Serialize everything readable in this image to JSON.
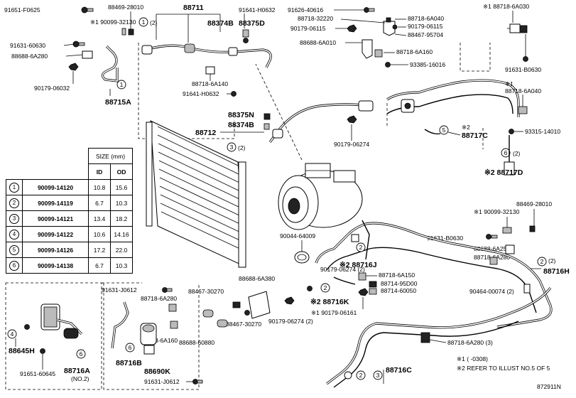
{
  "diagram_code": "872911N",
  "footnotes": {
    "note1": "※1 (     -0308)",
    "note2": "※2 REFER TO ILLUST NO.5 OF 5"
  },
  "size_table": {
    "title": "SIZE (mm)",
    "col_id": "ID",
    "col_od": "OD",
    "rows": [
      {
        "num": "1",
        "part": "90099-14120",
        "id": "10.8",
        "od": "15.6"
      },
      {
        "num": "2",
        "part": "90099-14119",
        "id": "6.7",
        "od": "10.3"
      },
      {
        "num": "3",
        "part": "90099-14121",
        "id": "13.4",
        "od": "18.2"
      },
      {
        "num": "4",
        "part": "90099-14122",
        "id": "10.6",
        "od": "14.16"
      },
      {
        "num": "5",
        "part": "90099-14126",
        "id": "17.2",
        "od": "22.0"
      },
      {
        "num": "6",
        "part": "90099-14138",
        "id": "6.7",
        "od": "10.3"
      }
    ]
  },
  "labels": {
    "l_91651_f0625": "91651-F0625",
    "l_88469_28010_a": "88469-28010",
    "l_88711": "88711",
    "l_91641_h0632_a": "91641-H0632",
    "l_91626_40616": "91626-40616",
    "l_88718_6a030": "※1 88718-6A030",
    "l_90099_32130_a": "※1 90099-32130",
    "l_circle1_2": "(2)",
    "l_88374b_a": "88374B",
    "l_88375d": "88375D",
    "l_88718_32220": "88718-32220",
    "l_88718_6a040_a": "88718-6A040",
    "l_90179_06115_a": "90179-06115",
    "l_90179_06115_b": "90179-06115",
    "l_88467_95704": "88467-95704",
    "l_91631_60630": "91631-60630",
    "l_88688_6a280": "88688-6A280",
    "l_88688_6a010": "88688-6A010",
    "l_88718_6a160_a": "88718-6A160",
    "l_93385_16016": "93385-16016",
    "l_91631_b0630_a": "91631-B0630",
    "l_90179_06032": "90179-06032",
    "l_88718_6a140": "88718-6A140",
    "l_91641_h0632_b": "91641-H0632",
    "l_88715a": "88715A",
    "l_88718_6a040_b1": "※1",
    "l_88718_6a040_b": "88718-6A040",
    "l_88375n": "88375N",
    "l_88374b_b": "88374B",
    "l_88712": "88712",
    "l_circle3_2": "(2)",
    "l_90179_06274_a": "90179-06274",
    "l_88717c_pre": "※2",
    "l_88717c": "88717C",
    "l_93315_14010": "93315-14010",
    "l_circle6_2": "(2)",
    "l_88717d": "※2 88717D",
    "l_88469_28010_b": "88469-28010",
    "l_90099_32130_b": "※1 90099-32130",
    "l_90044_64009": "90044-64009",
    "l_91631_b0630_b": "91631-B0630",
    "l_88688_6a250": "88688-6A250",
    "l_88718_6a280_a": "88718-6A280",
    "l_circle2_2": "(2)",
    "l_88716h": "88716H",
    "l_88716j": "※2 88716J",
    "l_90179_06274_b": "90179-06274 (2)",
    "l_88688_6a380": "88688-6A380",
    "l_88718_6a150": "88718-6A150",
    "l_88714_95d00": "88714-95D00",
    "l_88714_60050": "88714-60050",
    "l_90464_00074": "90464-00074 (2)",
    "l_91631_j0612_a": "91631-J0612",
    "l_88467_30270_a": "88467-30270",
    "l_88688_60880_a": "88688-60880",
    "l_88718_6a280_b": "88718-6A280",
    "l_88716k": "※2 88716K",
    "l_90179_06161": "※1 90179-06161",
    "l_88718_6a160_b": "88718-6A160",
    "l_88467_30270_b": "88467-30270",
    "l_88688_60880_b": "88688-60880",
    "l_90179_06274_c": "90179-06274 (2)",
    "l_88718_6a280_3": "88718-6A280 (3)",
    "l_88645h": "88645H",
    "l_88716b": "88716B",
    "l_88716a": "88716A",
    "l_no2": "(NO.2)",
    "l_91651_60645": "91651-60645",
    "l_88690k": "88690K",
    "l_91631_j0612_b": "91631-J0612",
    "l_88716c": "88716C"
  },
  "circles": {
    "c1a": "1",
    "c1b": "1",
    "c3a": "3",
    "c5a": "5",
    "c6a": "6",
    "c2a": "2",
    "c2b": "2",
    "c2c": "2",
    "c2d": "2",
    "c3b": "3",
    "c4a": "4",
    "c6b": "6",
    "c6c": "6"
  }
}
